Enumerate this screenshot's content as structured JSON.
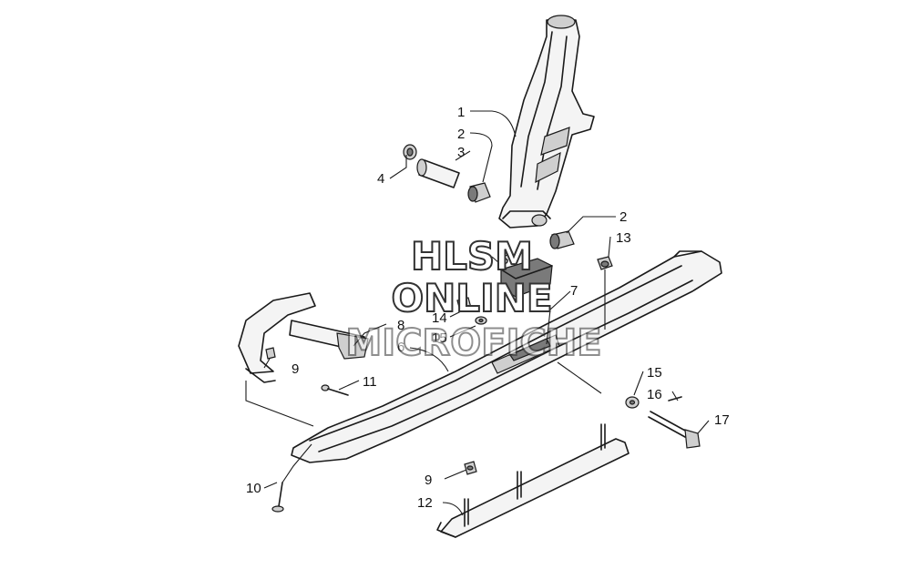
{
  "watermark": {
    "line1": "HLSM",
    "line2": "ONLINE",
    "line3": "MICROFICHE"
  },
  "callouts": [
    {
      "id": "c1",
      "label": "1"
    },
    {
      "id": "c2a",
      "label": "2"
    },
    {
      "id": "c3",
      "label": "3"
    },
    {
      "id": "c4",
      "label": "4"
    },
    {
      "id": "c2b",
      "label": "2"
    },
    {
      "id": "c13",
      "label": "13"
    },
    {
      "id": "c5",
      "label": "5"
    },
    {
      "id": "c7",
      "label": "7"
    },
    {
      "id": "c14",
      "label": "14"
    },
    {
      "id": "c8",
      "label": "8"
    },
    {
      "id": "c15a",
      "label": "15"
    },
    {
      "id": "c6",
      "label": "6"
    },
    {
      "id": "c9a",
      "label": "9"
    },
    {
      "id": "c11",
      "label": "11"
    },
    {
      "id": "c15b",
      "label": "15"
    },
    {
      "id": "c16",
      "label": "16"
    },
    {
      "id": "c17",
      "label": "17"
    },
    {
      "id": "c9b",
      "label": "9"
    },
    {
      "id": "c10",
      "label": "10"
    },
    {
      "id": "c12",
      "label": "12"
    }
  ]
}
